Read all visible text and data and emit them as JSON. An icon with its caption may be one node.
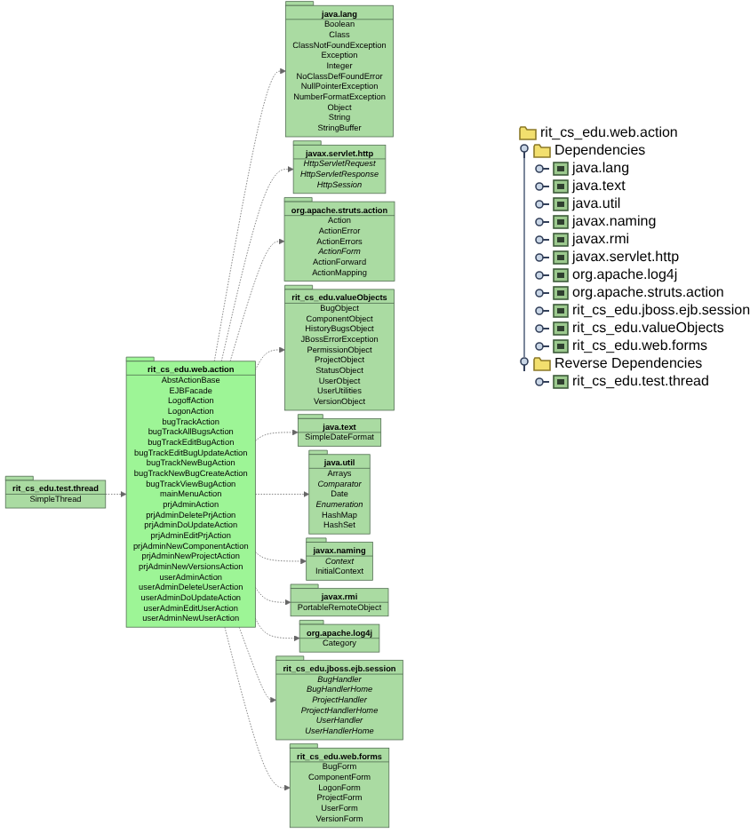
{
  "diagram": {
    "nodes": [
      {
        "text": [
          "rit_cs_edu.test.thread",
          "SimpleThread"
        ]
      },
      {
        "text": [
          "java.lang",
          "Boolean",
          "Class",
          "ClassNotFoundException",
          "Exception",
          "Integer",
          "NoClassDefFoundError",
          "NullPointerException",
          "NumberFormatException",
          "Object",
          "String",
          "StringBuffer"
        ]
      },
      {
        "text": [
          "javax.servlet.http",
          "HttpServletRequest",
          "HttpServletResponse",
          "HttpSession"
        ]
      },
      {
        "text": [
          "org.apache.struts.action",
          "Action",
          "ActionError",
          "ActionErrors",
          "ActionForm",
          "ActionForward",
          "ActionMapping"
        ]
      },
      {
        "text": [
          "rit_cs_edu.valueObjects",
          "BugObject",
          "ComponentObject",
          "HistoryBugsObject",
          "JBossErrorException",
          "PermissionObject",
          "ProjectObject",
          "StatusObject",
          "UserObject",
          "UserUtilities",
          "VersionObject"
        ]
      },
      {
        "text": [
          "rit_cs_edu.web.action",
          "AbstActionBase",
          "EJBFacade",
          "LogoffAction",
          "LogonAction",
          "bugTrackAction",
          "bugTrackAllBugsAction",
          "bugTrackEditBugAction",
          "bugTrackEditBugUpdateAction",
          "bugTrackNewBugAction",
          "bugTrackNewBugCreateAction",
          "bugTrackViewBugAction",
          "mainMenuAction",
          "prjAdminAction",
          "prjAdminDeletePrjAction",
          "prjAdminDoUpdateAction",
          "prjAdminEditPrjAction",
          "prjAdminNewComponentAction",
          "prjAdminNewProjectAction",
          "prjAdminNewVersionsAction",
          "userAdminAction",
          "userAdminDeleteUserAction",
          "userAdminDoUpdateAction",
          "userAdminEditUserAction",
          "userAdminNewUserAction"
        ]
      },
      {
        "text": [
          "java.text",
          "SimpleDateFormat"
        ]
      },
      {
        "text": [
          "java.util",
          "Arrays",
          "Comparator",
          "Date",
          "Enumeration",
          "HashMap",
          "HashSet"
        ]
      },
      {
        "text": [
          "javax.naming",
          "Context",
          "InitialContext"
        ]
      },
      {
        "text": [
          "javax.rmi",
          "PortableRemoteObject"
        ]
      },
      {
        "text": [
          "org.apache.log4j",
          "Category"
        ]
      },
      {
        "text": [
          "rit_cs_edu.jboss.ejb.session",
          "BugHandler",
          "BugHandlerHome",
          "ProjectHandler",
          "ProjectHandlerHome",
          "UserHandler",
          "UserHandlerHome"
        ]
      },
      {
        "text": [
          "rit_cs_edu.web.forms",
          "BugForm",
          "ComponentForm",
          "LogonForm",
          "ProjectForm",
          "UserForm",
          "VersionForm"
        ]
      }
    ],
    "edges": [
      {
        "from": 0,
        "to": 5,
        "arrow": "to",
        "style": "dashed"
      },
      {
        "from": 5,
        "to": 1,
        "arrow": "to",
        "style": "dashed"
      },
      {
        "from": 5,
        "to": 2,
        "arrow": "to",
        "style": "dashed"
      },
      {
        "from": 5,
        "to": 3,
        "arrow": "to",
        "style": "dashed"
      },
      {
        "from": 5,
        "to": 4,
        "arrow": "to",
        "style": "dashed"
      },
      {
        "from": 5,
        "to": 6,
        "arrow": "to",
        "style": "dashed"
      },
      {
        "from": 5,
        "to": 7,
        "arrow": "to",
        "style": "dashed"
      },
      {
        "from": 5,
        "to": 8,
        "arrow": "to",
        "style": "dashed"
      },
      {
        "from": 5,
        "to": 9,
        "arrow": "to",
        "style": "dashed"
      },
      {
        "from": 5,
        "to": 10,
        "arrow": "to",
        "style": "dashed"
      },
      {
        "from": 5,
        "to": 11,
        "arrow": "to",
        "style": "dashed"
      },
      {
        "from": 5,
        "to": 12,
        "arrow": "to",
        "style": "dashed"
      }
    ],
    "labels": [
      "rit_cs_edu.web.action",
      "Dependencies",
      "java.lang",
      "java.text",
      "java.util",
      "javax.naming",
      "javax.rmi",
      "javax.servlet.http",
      "org.apache.log4j",
      "org.apache.struts.action",
      "rit_cs_edu.jboss.ejb.session",
      "rit_cs_edu.valueObjects",
      "rit_cs_edu.web.forms",
      "Reverse Dependencies",
      "rit_cs_edu.test.thread"
    ]
  }
}
